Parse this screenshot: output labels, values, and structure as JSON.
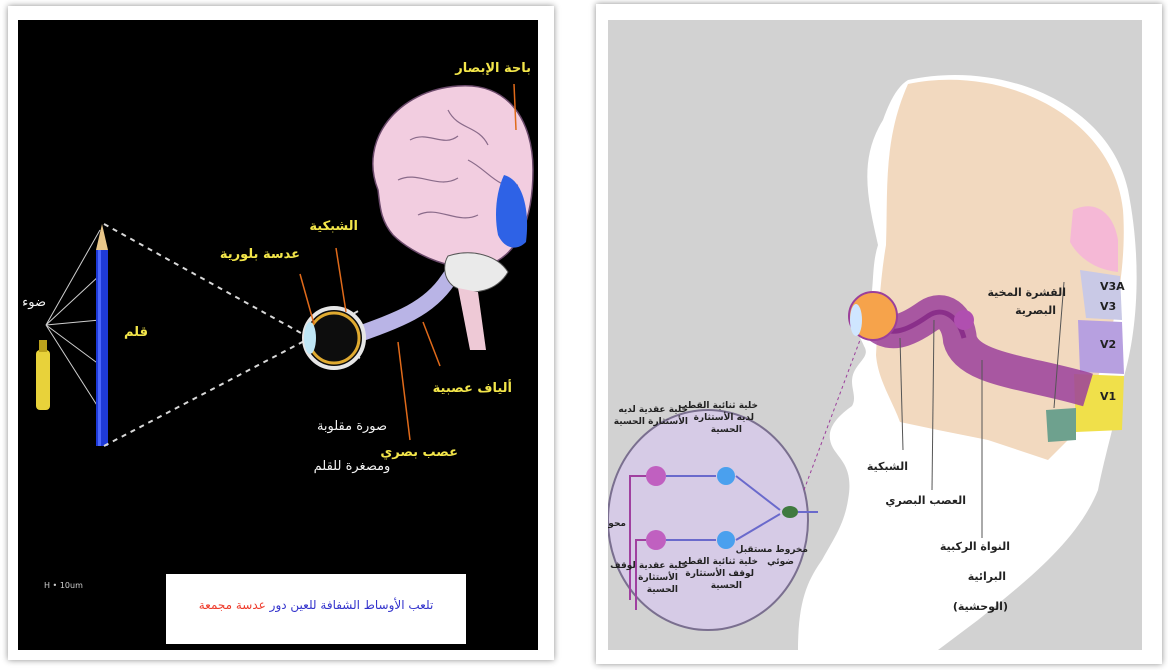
{
  "left_diagram": {
    "labels": {
      "visual_area": "باحة الإبصار",
      "retina": "الشبكية",
      "lens": "عدسة بلورية",
      "light": "ضوء",
      "pencil": "قلم",
      "nerve_fibers": "ألياف عصبية",
      "optic_nerve": "عصب بصري",
      "image_line1": "صورة مقلوبة",
      "image_line2": "ومصغرة للقلم"
    },
    "caption_part1": "تلعب الأوساط الشفافة للعين دور",
    "caption_part2": "عدسة مجمعة",
    "footnote": "H • 10um"
  },
  "right_diagram": {
    "labels": {
      "cortex_line1": "القشرة المخية",
      "cortex_line2": "البصرية",
      "v3a": "V3A",
      "v3": "V3",
      "v2": "V2",
      "v1": "V1",
      "retina": "الشبكية",
      "optic_nerve": "العصب البصري",
      "lgn_line1": "النواة الركبية",
      "lgn_line2": "البرائية",
      "lgn_line3": "(الوحشية)"
    },
    "inset": {
      "cell_excite_line1": "خلية عقدية لديه",
      "cell_excite_line2": "الأستثارة الحسية",
      "bipolar_excite_line1": "خلية ثنائية القطب",
      "bipolar_excite_line2": "لديه الأستثارة",
      "bipolar_excite_line3": "الحسية",
      "cell_inhibit_line1": "خلية عقدية لوقف",
      "cell_inhibit_line2": "الأستثارة",
      "cell_inhibit_line3": "الحسية",
      "bipolar_inhibit_line1": "خلية ثنائية القطب",
      "bipolar_inhibit_line2": "لوقف الأستثارة",
      "bipolar_inhibit_line3": "الحسية",
      "cone_line1": "مخروط مستقبل",
      "cone_line2": "ضوئي",
      "axon": "محوار"
    }
  },
  "colors": {
    "left_background": "#000000",
    "right_background": "#d2d2d2",
    "label_yellow": "#f3e64a",
    "pathway_purple": "#9b3f9b",
    "caption_blue": "#3333cc",
    "caption_red": "#ee3b2b"
  }
}
